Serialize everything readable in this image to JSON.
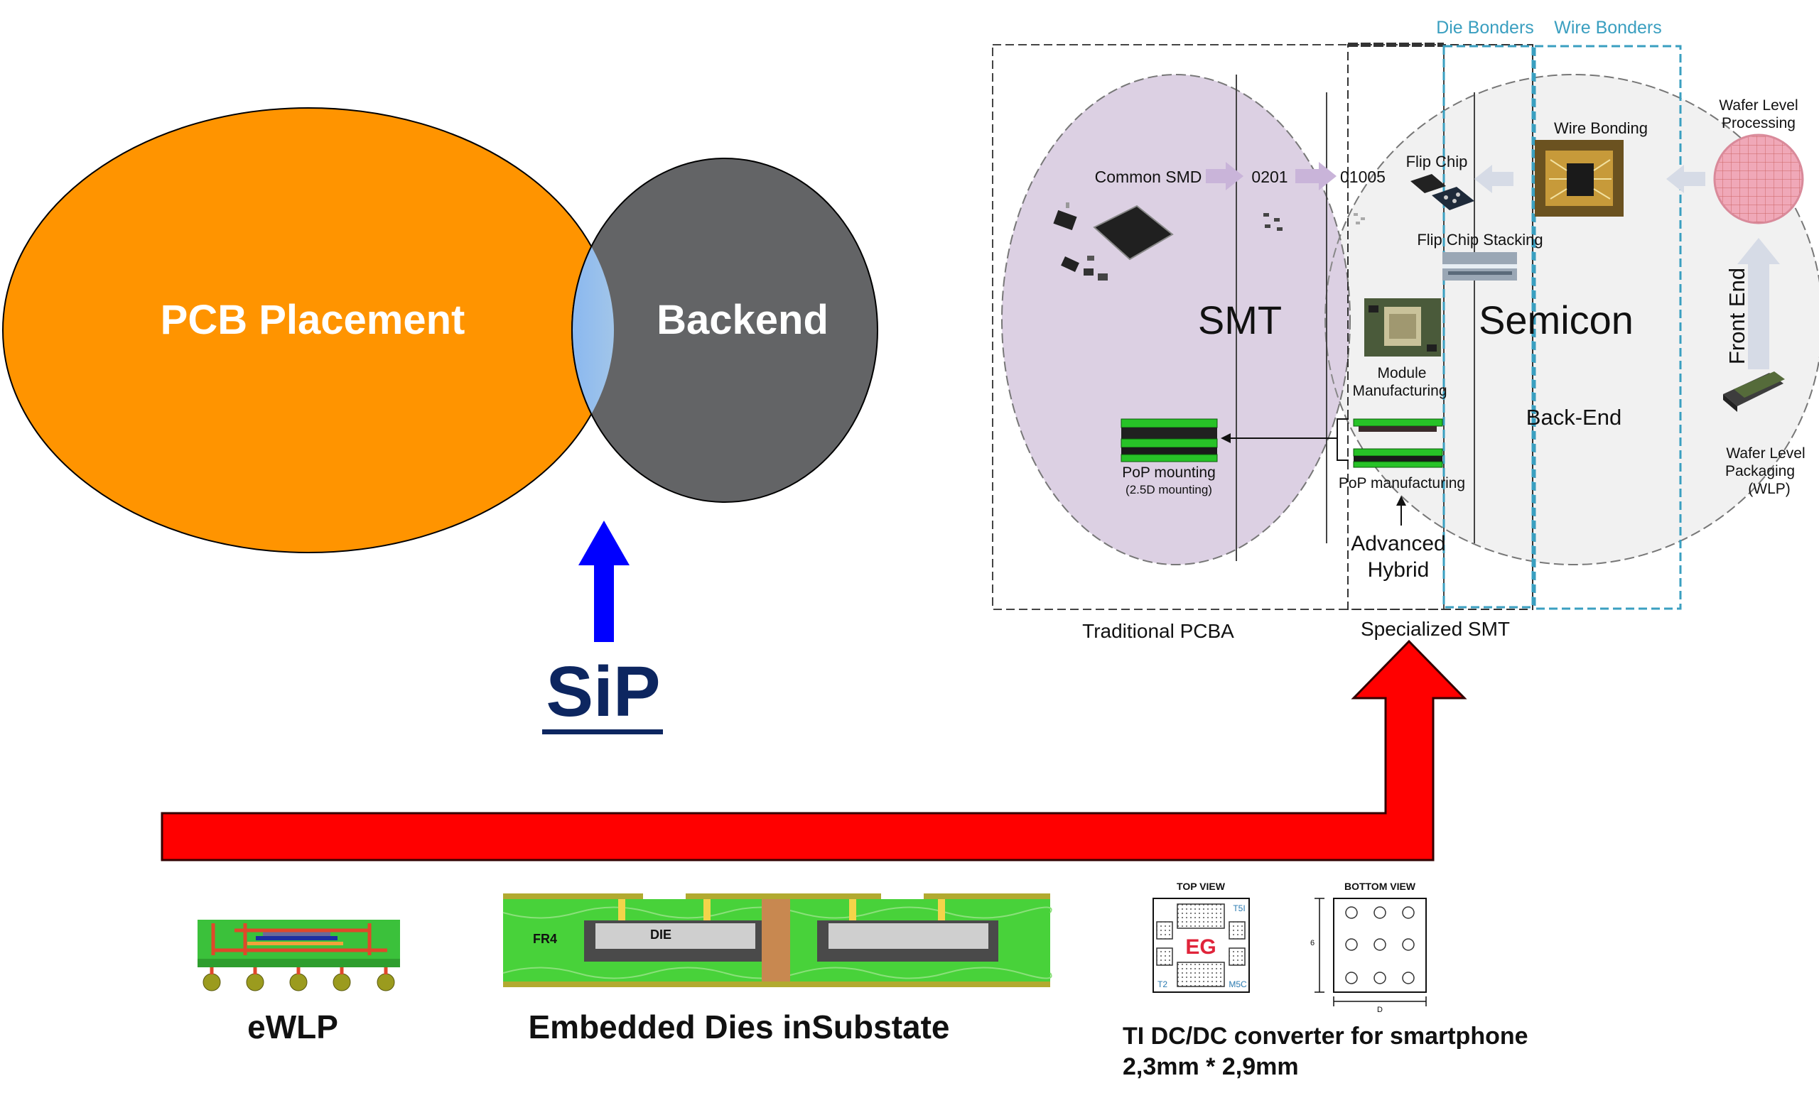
{
  "venn": {
    "left_label": "PCB Placement",
    "right_label": "Backend",
    "arrow_label": "SiP",
    "colors": {
      "left": "#ff9400",
      "right": "#636466",
      "arrow": "#0000ff",
      "sip_text": "#0d2660"
    }
  },
  "flow": {
    "header_die_bonders": "Die Bonders",
    "header_wire_bonders": "Wire Bonders",
    "smt_title": "SMT",
    "semicon_title": "Semicon",
    "back_end": "Back-End",
    "front_end": "Front End",
    "common_smd": "Common SMD",
    "size_0201": "0201",
    "size_01005": "01005",
    "flip_chip": "Flip Chip",
    "flip_chip_stacking": "Flip Chip Stacking",
    "wire_bonding": "Wire Bonding",
    "wafer_level_processing": [
      "Wafer Level",
      "Processing"
    ],
    "module_manufacturing": [
      "Module",
      "Manufacturing"
    ],
    "pop_mounting": "PoP mounting",
    "pop_mounting_sub": "(2.5D mounting)",
    "pop_manufacturing": "PoP manufacturing",
    "advanced_hybrid": [
      "Advanced",
      "Hybrid"
    ],
    "wafer_level_packaging": [
      "Wafer Level",
      "Packaging",
      "(WLP)"
    ],
    "traditional_pcba": "Traditional PCBA",
    "specialized_smt": "Specialized SMT",
    "colors": {
      "smt_circle": "#dcd0e3",
      "semicon_circle": "#f1f1f1",
      "header": "#3a9fc0"
    }
  },
  "big_arrow": {
    "color": "#ff0000"
  },
  "bottom": {
    "ewlp_caption": "eWLP",
    "embedded_caption": "Embedded Dies inSubstate",
    "fr4_label": "FR4",
    "die_label": "DIE",
    "top_view": "TOP VIEW",
    "bottom_view": "BOTTOM VIEW",
    "eg_label": "EG",
    "corner_t5i": "T5I",
    "corner_t2": "T2",
    "corner_m5c": "M5C",
    "dim_6": "6",
    "dim_d": "D",
    "ti_caption_line1": "TI DC/DC converter for smartphone",
    "ti_caption_line2": "2,3mm * 2,9mm"
  }
}
